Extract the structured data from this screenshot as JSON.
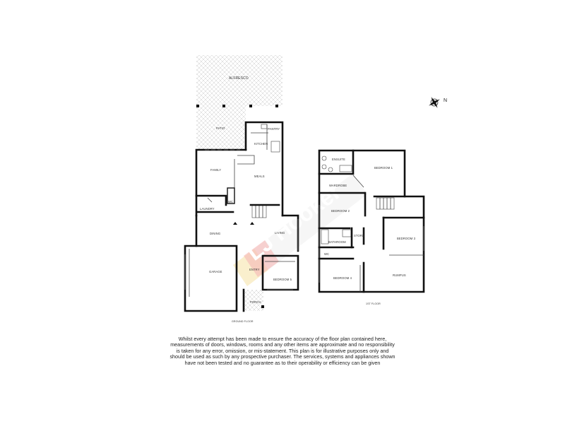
{
  "ground_floor": {
    "caption": "GROUND FLOOR",
    "rooms": {
      "alfresco": "ALFRESCO",
      "patio": "PATIO",
      "pantry": "PANTRY",
      "kitchen": "KITCHEN",
      "family": "FAMILY",
      "meals": "MEALS",
      "wc": "WC",
      "laundry": "LAUNDRY",
      "dining": "DINING",
      "living": "LIVING",
      "garage": "GARAGE",
      "entry": "ENTRY",
      "bedroom5": "BEDROOM 5",
      "porch": "PORCH"
    }
  },
  "first_floor": {
    "caption": "1ST FLOOR",
    "rooms": {
      "ensuite": "ENSUITE",
      "bedroom1": "BEDROOM 1",
      "wardrobe": "WARDROBE",
      "bedroom2": "BEDROOM 2",
      "store": "STORE",
      "bathroom": "BATHROOM",
      "bedroom3": "BEDROOM 3",
      "wc": "WC",
      "bedroom4": "BEDROOM 4",
      "rumpus": "RUMPUS"
    }
  },
  "compass": {
    "label": "N",
    "icon": "compass-rose-icon"
  },
  "watermark": {
    "text": "LJ Hooker",
    "colors": {
      "red": "#e8322e",
      "yellow": "#f7c325",
      "grey": "#d8d8d8"
    }
  },
  "disclaimer": "Whilst every attempt has been made to ensure the accuracy of the floor plan contained here, measurements of doors, windows, rooms and any other items are approximate and no responsibility is taken for any error, omission, or mis-statement. This plan is for illustrative purposes only and should be used as such by any prospective purchaser. The services, systems and appliances shown have not been tested and no guarantee as to their operability or efficiency can be given"
}
